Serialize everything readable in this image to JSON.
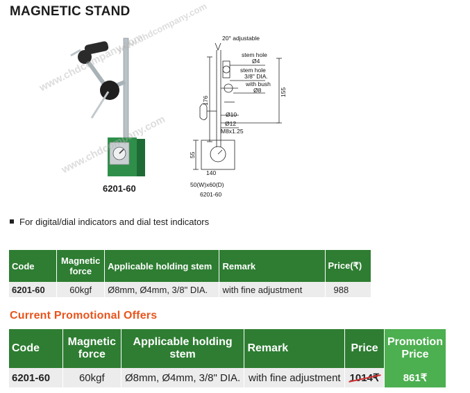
{
  "page": {
    "title": "MAGNETIC STAND",
    "photo_caption": "6201-60",
    "watermark": "www.chdcompany.com",
    "bullet_text": "For digital/dial indicators and dial test indicators",
    "promo_title": "Current Promotional Offers"
  },
  "drawing": {
    "angle": "20° adjustable",
    "stem_hole": "stem hole",
    "phi4": "Ø4",
    "stem_hole2": "stem hole",
    "dia38": "3/8\" DIA.",
    "with_bush": "with bush",
    "phi8": "Ø8",
    "dim_176": "176",
    "dim_155": "155",
    "phi10": "Ø10",
    "phi12": "Ø12",
    "m8": "M8x1.25",
    "dim_55": "55",
    "dim_140": "140",
    "base_dims": "50(W)x60(D)",
    "model": "6201-60"
  },
  "spec_table": {
    "headers": [
      "Code",
      "Magnetic force",
      "Applicable holding stem",
      "Remark",
      "Price(₹)"
    ],
    "row": [
      "6201-60",
      "60kgf",
      "Ø8mm, Ø4mm, 3/8\" DIA.",
      "with fine adjustment",
      "988"
    ]
  },
  "promo_table": {
    "headers": [
      "Code",
      "Magnetic force",
      "Applicable holding stem",
      "Remark",
      "Price",
      "Promotion Price"
    ],
    "row": [
      "6201-60",
      "60kgf",
      "Ø8mm, Ø4mm, 3/8\" DIA.",
      "with fine adjustment",
      "1014₹",
      "861₹"
    ]
  },
  "colors": {
    "header_green": "#2e7d32",
    "promo_green": "#4caf50",
    "promo_orange": "#e8541c",
    "strike_red": "#d32f2f"
  }
}
